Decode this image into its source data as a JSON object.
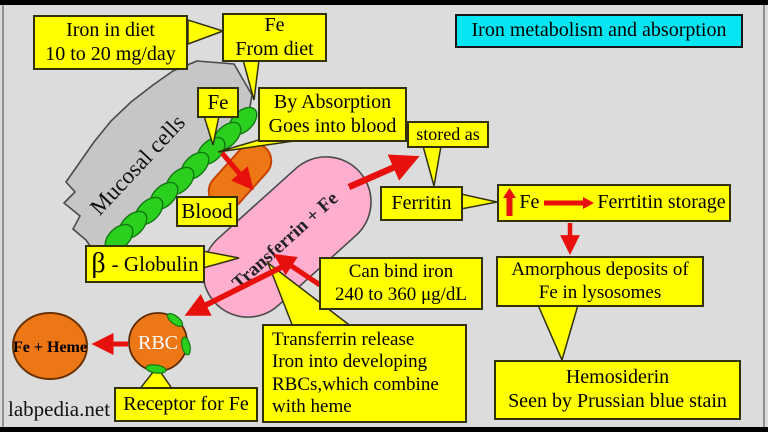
{
  "title": {
    "text": "Iron metabolism and absorption"
  },
  "watermark": "labpedia.net",
  "boxes": {
    "iron_in_diet": {
      "line1": "Iron in diet",
      "line2": "10 to 20 mg/day"
    },
    "fe_from_diet": {
      "line1": "Fe",
      "line2": "From diet"
    },
    "fe_top": {
      "label": "Fe"
    },
    "by_absorption": {
      "line1": "By Absorption",
      "line2": "Goes into blood"
    },
    "stored_as": {
      "label": "stored as"
    },
    "blood": {
      "label": "Blood"
    },
    "beta_globulin": {
      "symbol": "β",
      "label": "- Globulin"
    },
    "ferritin": {
      "label": "Ferritin"
    },
    "ferritin_storage": {
      "fe": "Fe",
      "label": "Ferrtitin storage"
    },
    "amorphous_deposits": {
      "line1": "Amorphous deposits of",
      "line2": "Fe in lysosomes"
    },
    "hemosiderin": {
      "line1": "Hemosiderin",
      "line2": "Seen by Prussian blue stain"
    },
    "can_bind_iron": {
      "line1": "Can bind iron",
      "line2": "240 to 360 μg/dL"
    },
    "transferrin_release": {
      "line1": "Transferrin release",
      "line2": "Iron into developing",
      "line3": "RBCs,which combine",
      "line4": "with heme"
    },
    "receptor_for_fe": {
      "label": "Receptor for Fe"
    }
  },
  "shapes": {
    "mucosal_cells": {
      "label": "Mucosal cells"
    },
    "transferrin_capsule": {
      "label": "Transferrin + Fe"
    },
    "rbc": {
      "label": "RBC"
    },
    "fe_heme": {
      "label": "Fe + Heme"
    }
  },
  "colors": {
    "background": "#dcdcdc",
    "label_yellow": "#ffff00",
    "title_cyan": "#06e6f2",
    "mucosa_gray": "#c6c6c6",
    "cell_green": "#2bd01f",
    "capsule_orange": "#ee7715",
    "transferrin_pink": "#ffaecf",
    "arrow_red": "#e8100c",
    "frame_black": "#000000"
  }
}
